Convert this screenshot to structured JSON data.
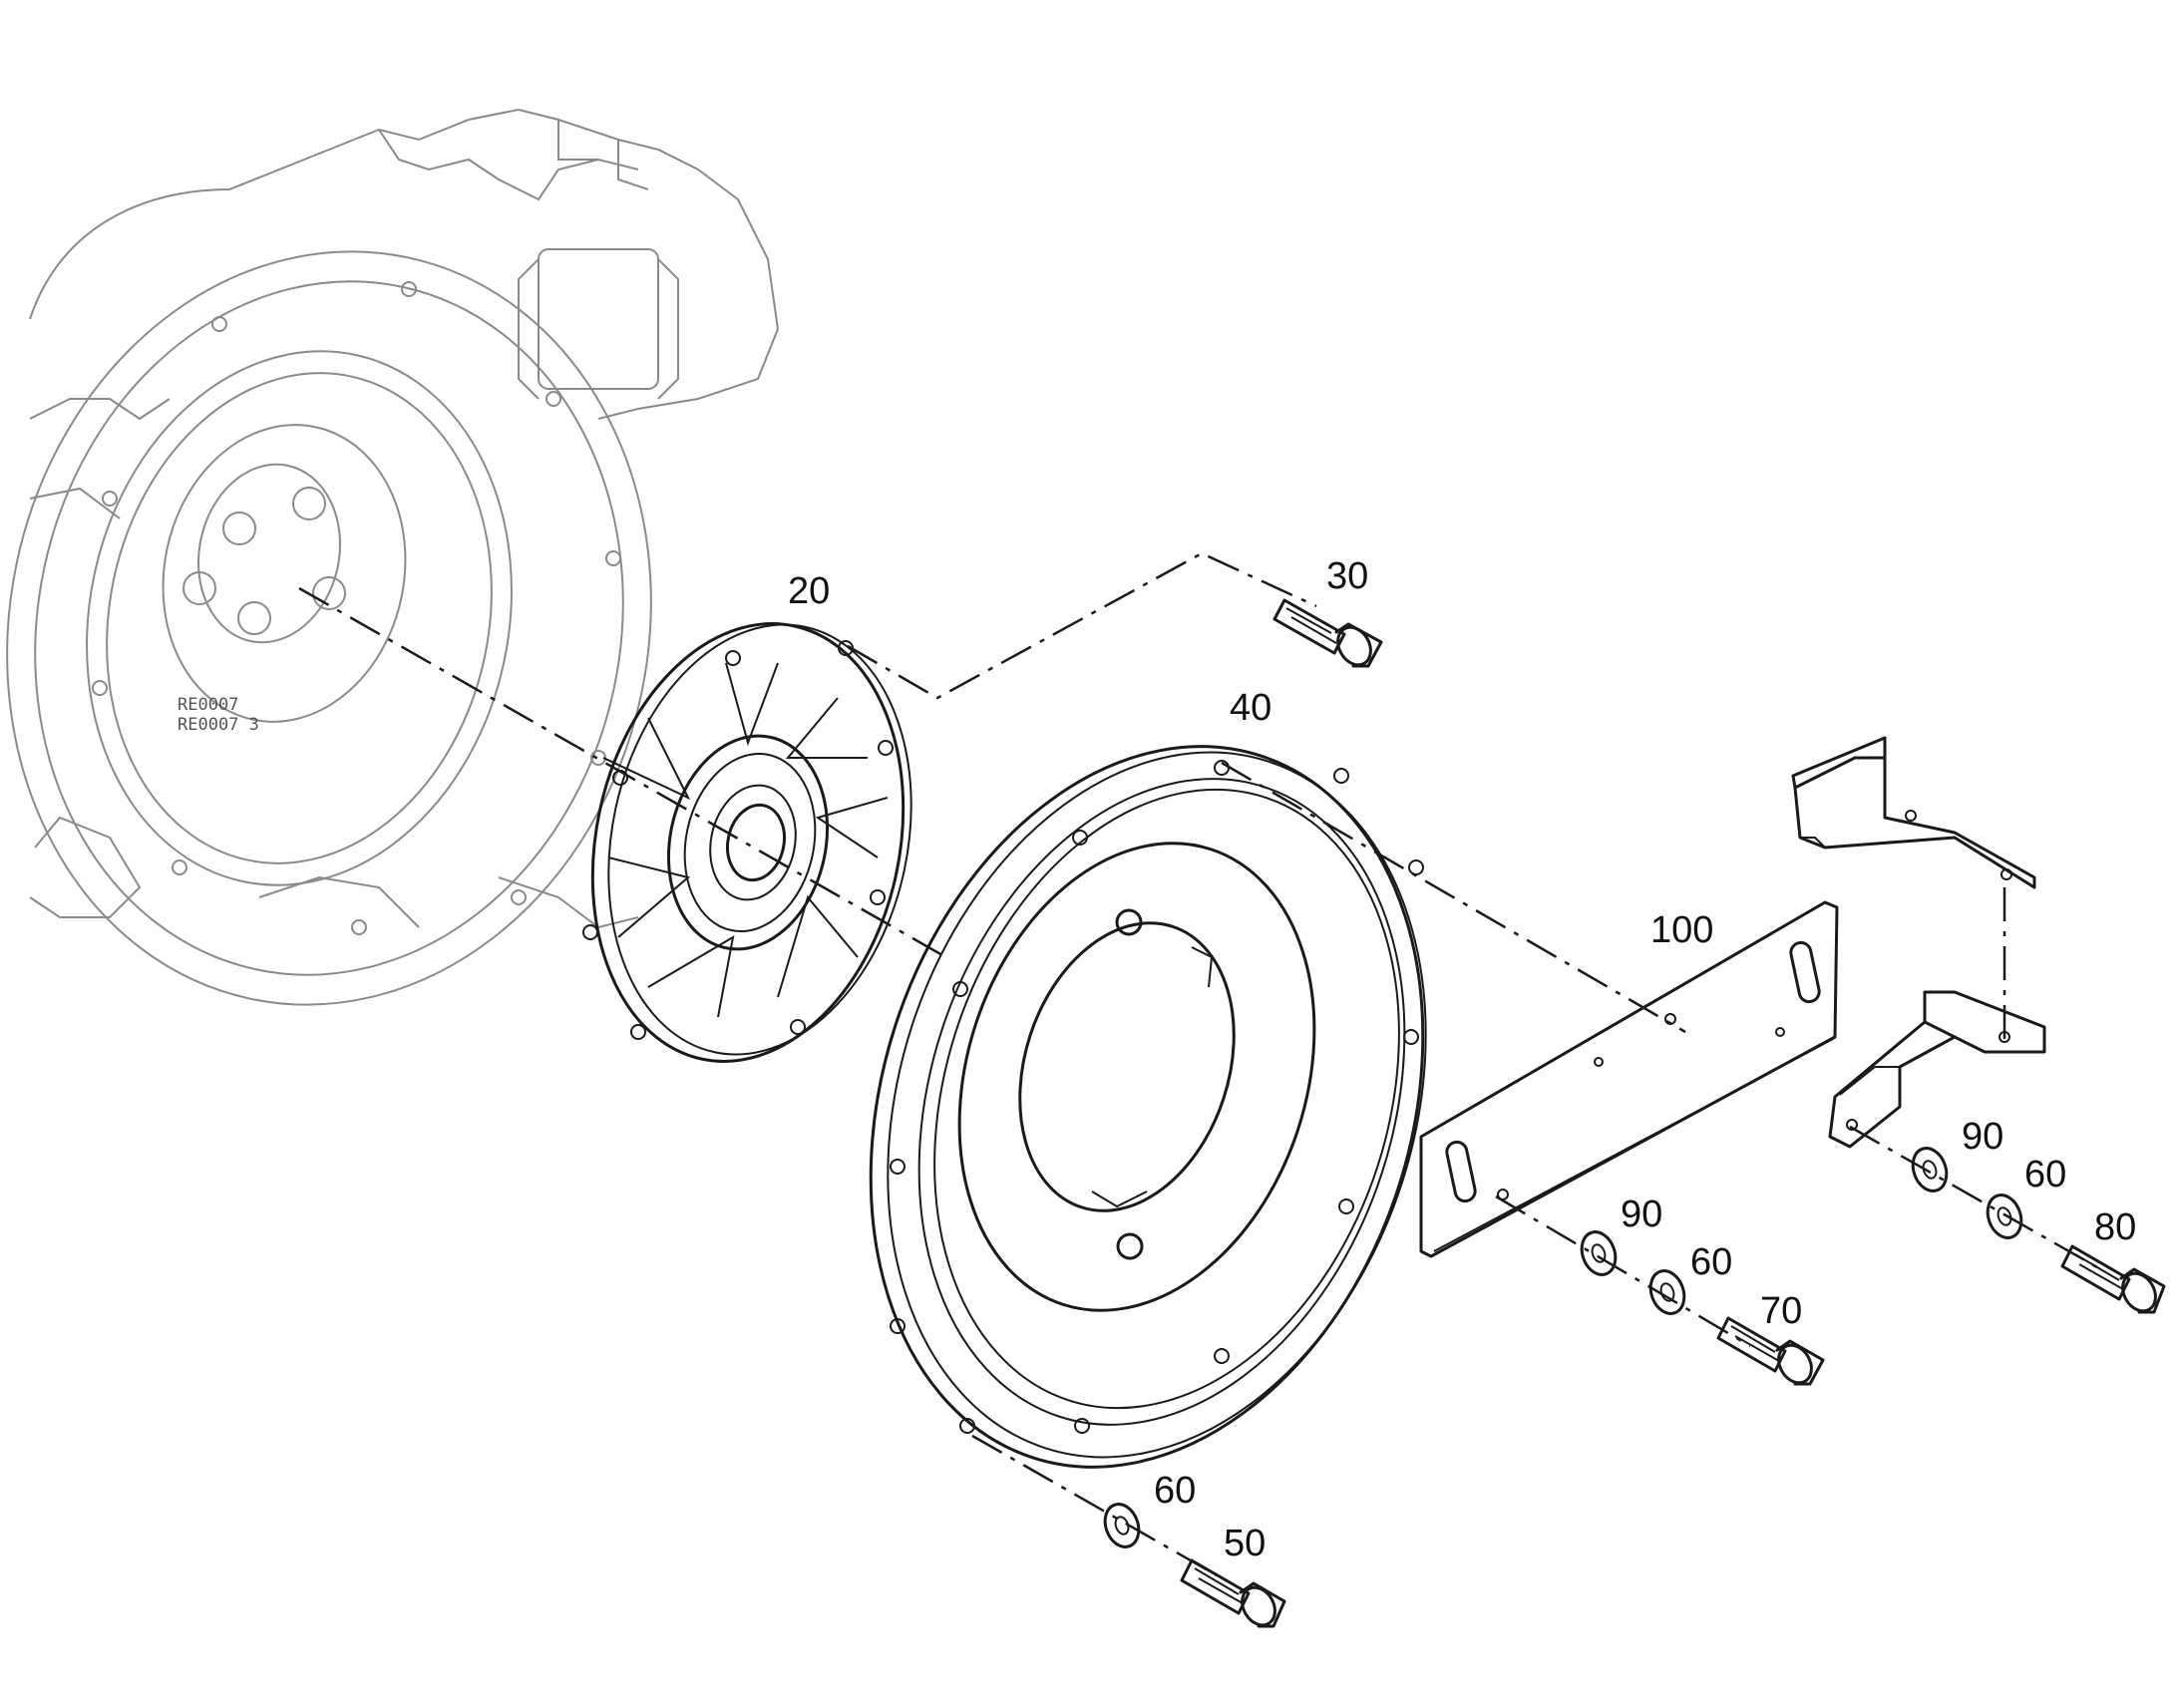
{
  "colors": {
    "line": "#1a1a1a",
    "ghost": "#8a8a8a",
    "background": "#ffffff"
  },
  "housing_marking": [
    "RE0007",
    "RE0007 3"
  ],
  "callouts": {
    "c20": "20",
    "c30": "30",
    "c40": "40",
    "c50": "50",
    "c60a": "60",
    "c60b": "60",
    "c60c": "60",
    "c70": "70",
    "c80": "80",
    "c90a": "90",
    "c90b": "90",
    "c100": "100"
  }
}
